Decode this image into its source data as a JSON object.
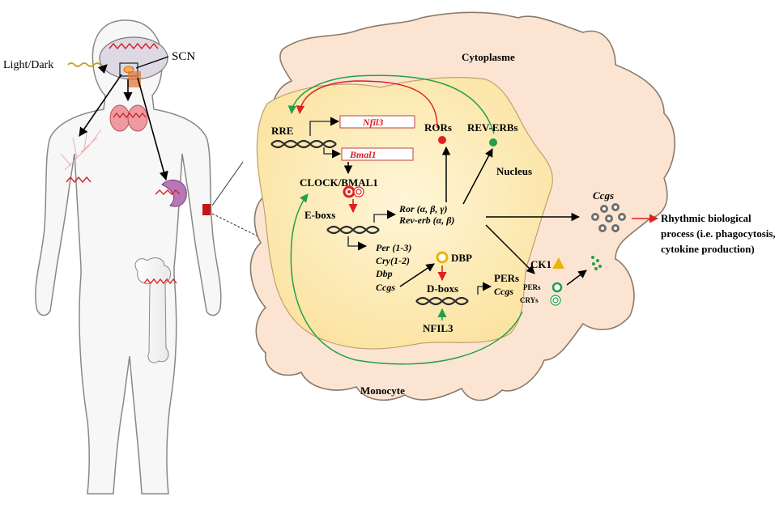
{
  "labels": {
    "light_dark": "Light/Dark",
    "scn": "SCN",
    "cytoplasme": "Cytoplasme",
    "nucleus": "Nucleus",
    "monocyte": "Monocyte",
    "rre": "RRE",
    "nfil3_gene": "Nfil3",
    "bmal1_gene": "Bmal1",
    "clock_bmal1": "CLOCK/BMAL1",
    "eboxes": "E-boxs",
    "ror_gene": "Ror (α, β, γ)",
    "reverb_gene": "Rev-erb (α, β)",
    "per_gene": "Per (1-3)",
    "cry_gene": "Cry(1-2)",
    "dbp_gene": "Dbp",
    "ccgs_gene": "Ccgs",
    "rors": "RORs",
    "reverbs": "REV-ERBs",
    "dbp": "DBP",
    "dboxes": "D-boxs",
    "nfil3": "NFIL3",
    "pers_out": "PERs",
    "ccgs_out": "Ccgs",
    "ck1": "CK1",
    "pers_small": "PERs",
    "crys_small": "CRYs",
    "ccgs_top": "Ccgs",
    "rhythmic_1": "Rhythmic biological",
    "rhythmic_2": "process (i.e. phagocytosis,",
    "rhythmic_3": "cytokine production)"
  },
  "colors": {
    "cell_fill": "#fbe5d2",
    "cell_stroke": "#8a7a6a",
    "nucleus_fill": "#fdeeb5",
    "red": "#e02020",
    "green": "#22a04a",
    "gold": "#e8b40c",
    "gray_dot": "#6f6f6f",
    "dna": "#2b2b2b"
  }
}
